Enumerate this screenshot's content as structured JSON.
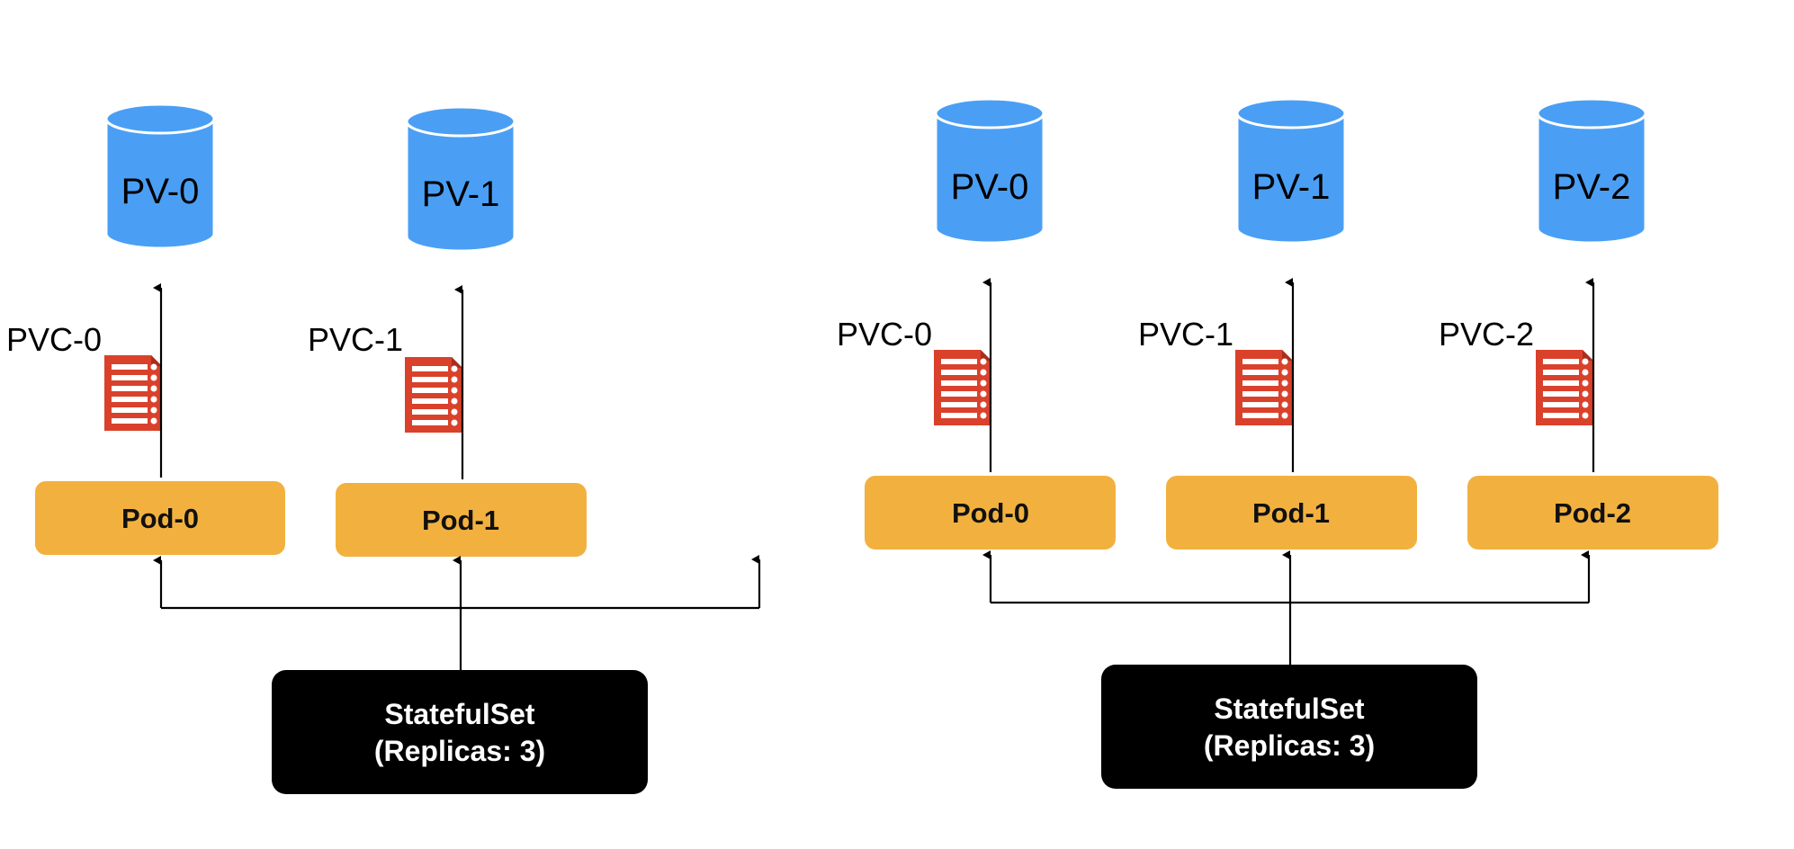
{
  "colors": {
    "pv_fill": "#4A9FF5",
    "pod_fill": "#F2B13F",
    "statefulset_fill": "#000000",
    "pvc_icon": "#D9412B",
    "connector": "#000000"
  },
  "left_cluster": {
    "pvs": [
      {
        "label": "PV-0"
      },
      {
        "label": "PV-1"
      }
    ],
    "pvcs": [
      {
        "label": "PVC-0",
        "icon": "claim-document-icon"
      },
      {
        "label": "PVC-1",
        "icon": "claim-document-icon"
      }
    ],
    "pods": [
      {
        "label": "Pod-0"
      },
      {
        "label": "Pod-1"
      }
    ],
    "statefulset": {
      "line1": "StatefulSet",
      "line2": "(Replicas: 3)"
    }
  },
  "right_cluster": {
    "pvs": [
      {
        "label": "PV-0"
      },
      {
        "label": "PV-1"
      },
      {
        "label": "PV-2"
      }
    ],
    "pvcs": [
      {
        "label": "PVC-0",
        "icon": "claim-document-icon"
      },
      {
        "label": "PVC-1",
        "icon": "claim-document-icon"
      },
      {
        "label": "PVC-2",
        "icon": "claim-document-icon"
      }
    ],
    "pods": [
      {
        "label": "Pod-0"
      },
      {
        "label": "Pod-1"
      },
      {
        "label": "Pod-2"
      }
    ],
    "statefulset": {
      "line1": "StatefulSet",
      "line2": "(Replicas: 3)"
    }
  }
}
